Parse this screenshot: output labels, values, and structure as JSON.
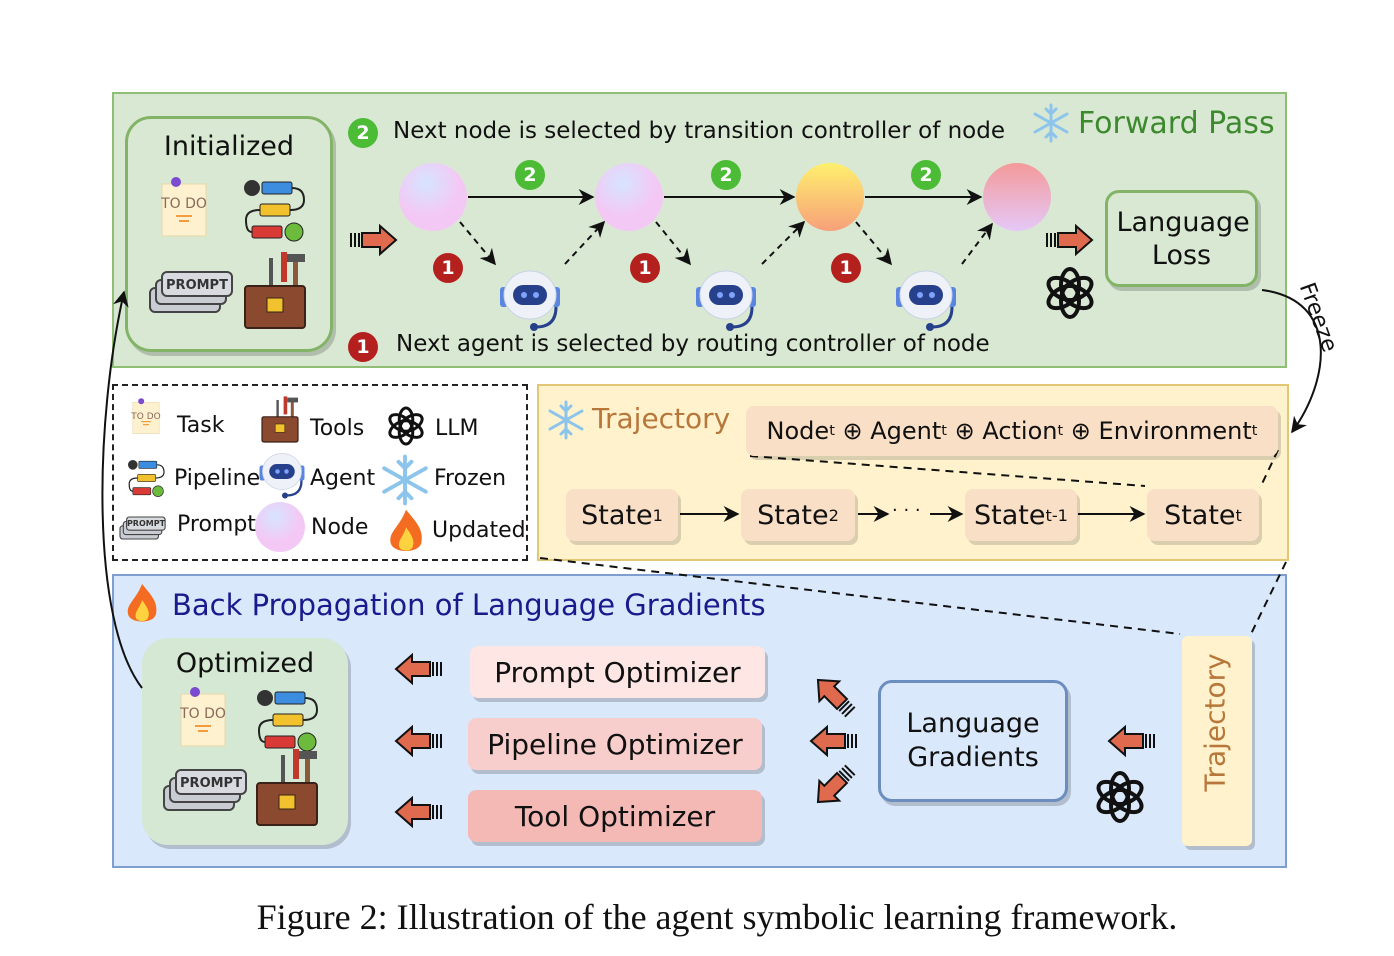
{
  "forward": {
    "title": "Forward Pass",
    "initialized": "Initialized",
    "transition_note": "Next node is selected by transition controller of node",
    "routing_note": "Next agent is selected by routing controller of node",
    "badge_transition": "2",
    "badge_routing": "1",
    "language_loss": "Language Loss",
    "freeze": "Freeze"
  },
  "icons": {
    "todo": "TO DO",
    "prompt": "PROMPT"
  },
  "legend": {
    "task": "Task",
    "tools": "Tools",
    "llm": "LLM",
    "pipeline": "Pipeline",
    "agent": "Agent",
    "frozen": "Frozen",
    "prompt": "Prompt",
    "node": "Node",
    "updated": "Updated"
  },
  "trajectory": {
    "title": "Trajectory",
    "formula": {
      "node": "Node",
      "agent": "Agent",
      "action": "Action",
      "environment": "Environment",
      "sub": "t",
      "op": "⊕"
    },
    "states": [
      {
        "label": "State",
        "sub": "1"
      },
      {
        "label": "State",
        "sub": "2"
      },
      {
        "label": "State",
        "sub": "t-1"
      },
      {
        "label": "State",
        "sub": "t"
      }
    ],
    "ellipsis": "· · ·"
  },
  "backprop": {
    "title": "Back Propagation of Language Gradients",
    "optimized": "Optimized",
    "optimizers": [
      "Prompt Optimizer",
      "Pipeline Optimizer",
      "Tool Optimizer"
    ],
    "language_gradients": "Language Gradients",
    "trajectory_label": "Trajectory"
  },
  "caption": "Figure 2: Illustration of the agent symbolic learning framework.",
  "colors": {
    "forward_bg": "#d9e8d3",
    "forward_border": "#82b366",
    "trajectory_bg": "#fff2cc",
    "trajectory_border": "#d6b656",
    "backprop_bg": "#dae8fc",
    "backprop_border": "#6c8ebf",
    "arrow": "#e06a4e"
  }
}
